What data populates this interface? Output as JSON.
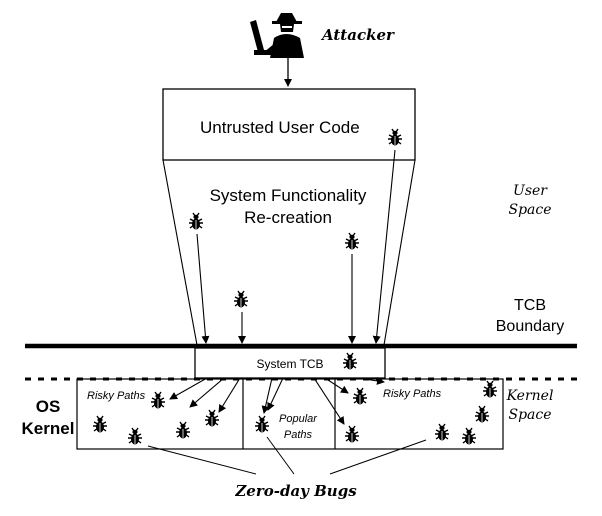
{
  "labels": {
    "attacker": "Attacker",
    "untrusted_user_code": "Untrusted User Code",
    "system_functionality_line1": "System Functionality",
    "system_functionality_line2": "Re-creation",
    "user_space_line1": "User",
    "user_space_line2": "Space",
    "tcb_boundary_line1": "TCB",
    "tcb_boundary_line2": "Boundary",
    "system_tcb": "System TCB",
    "os_kernel_line1": "OS",
    "os_kernel_line2": "Kernel",
    "kernel_space_line1": "Kernel",
    "kernel_space_line2": "Space",
    "risky_paths_left": "Risky Paths",
    "risky_paths_right": "Risky Paths",
    "popular_paths_line1": "Popular",
    "popular_paths_line2": "Paths",
    "zero_day_bugs": "Zero-day Bugs"
  },
  "icons": {
    "attacker": "attacker-at-computer-icon",
    "bug": "bug-icon"
  },
  "colors": {
    "ink": "#000000",
    "background": "#ffffff"
  }
}
